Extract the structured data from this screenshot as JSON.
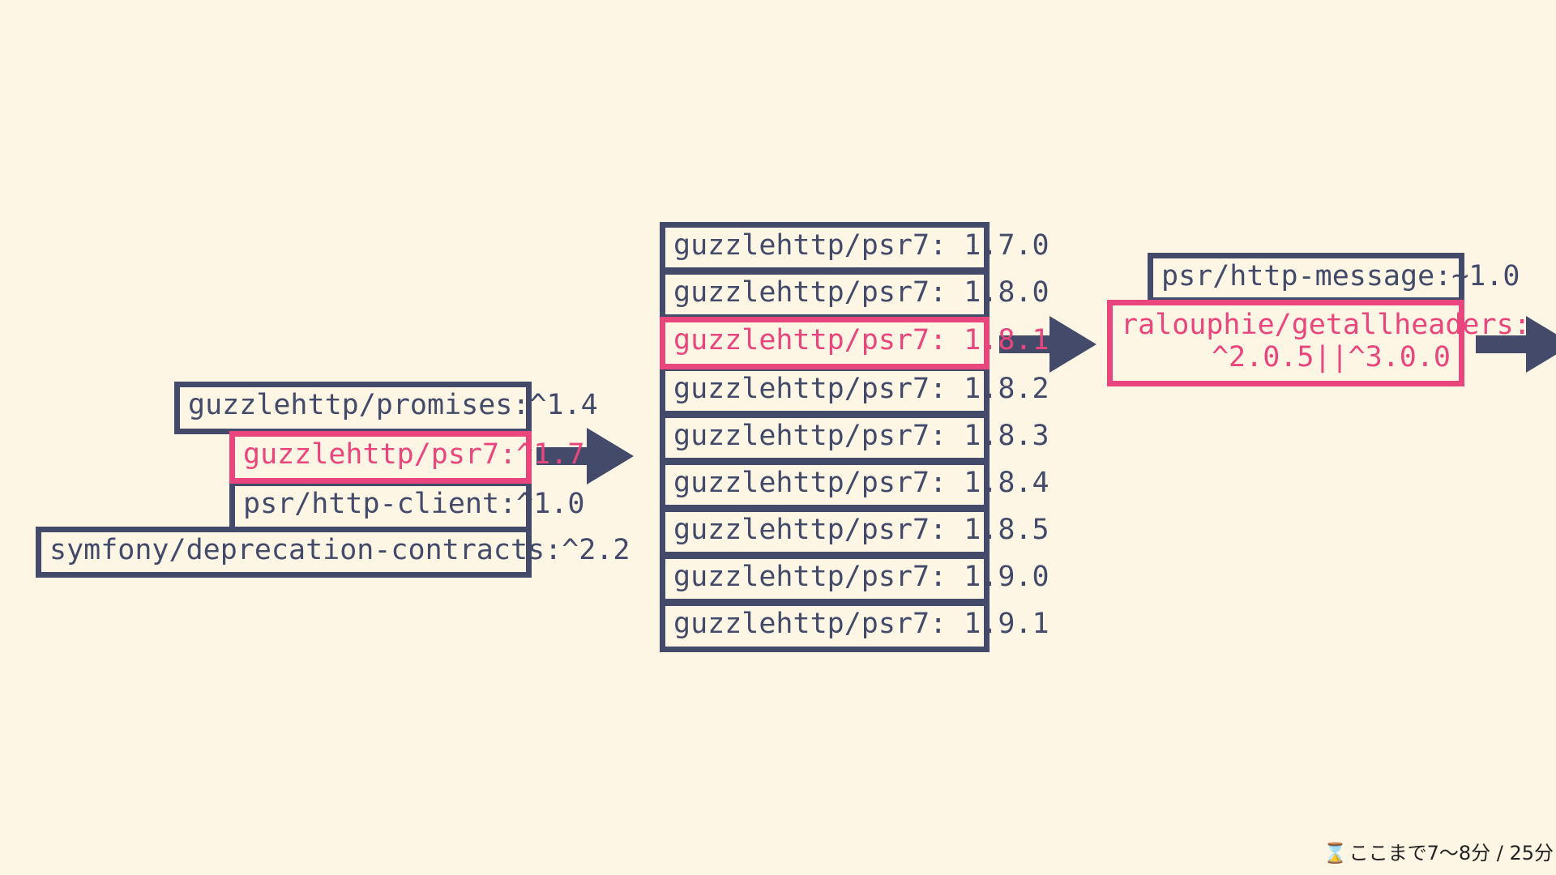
{
  "left_group": [
    {
      "text": "guzzlehttp/promises:^1.4",
      "highlight": false
    },
    {
      "text": "guzzlehttp/psr7:^1.7",
      "highlight": true
    },
    {
      "text": "psr/http-client:^1.0",
      "highlight": false
    },
    {
      "text": "symfony/deprecation-contracts:^2.2",
      "highlight": false
    }
  ],
  "version_list": [
    {
      "text": "guzzlehttp/psr7: 1.7.0",
      "highlight": false
    },
    {
      "text": "guzzlehttp/psr7: 1.8.0",
      "highlight": false
    },
    {
      "text": "guzzlehttp/psr7: 1.8.1",
      "highlight": true
    },
    {
      "text": "guzzlehttp/psr7: 1.8.2",
      "highlight": false
    },
    {
      "text": "guzzlehttp/psr7: 1.8.3",
      "highlight": false
    },
    {
      "text": "guzzlehttp/psr7: 1.8.4",
      "highlight": false
    },
    {
      "text": "guzzlehttp/psr7: 1.8.5",
      "highlight": false
    },
    {
      "text": "guzzlehttp/psr7: 1.9.0",
      "highlight": false
    },
    {
      "text": "guzzlehttp/psr7: 1.9.1",
      "highlight": false
    }
  ],
  "right_group": {
    "top": {
      "text": "psr/http-message:~1.0",
      "highlight": false
    },
    "highlighted": {
      "line1": "ralouphie/getallheaders:",
      "line2": "^2.0.5||^3.0.0",
      "highlight": true
    }
  },
  "footer": {
    "icon": "hourglass-icon",
    "text": "ここまで7〜8分 / 25分"
  },
  "colors": {
    "background": "#fdf6e5",
    "border": "#434a6a",
    "highlight": "#e8467c"
  }
}
